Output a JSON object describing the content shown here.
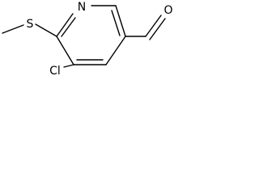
{
  "molecule": {
    "atoms": {
      "sulfur": "S",
      "nitrogen": "N",
      "chlorine": "Cl",
      "oxygen": "O"
    },
    "colors": {
      "bond": "#000000",
      "label": "#000000",
      "background": "#ffffff"
    }
  }
}
